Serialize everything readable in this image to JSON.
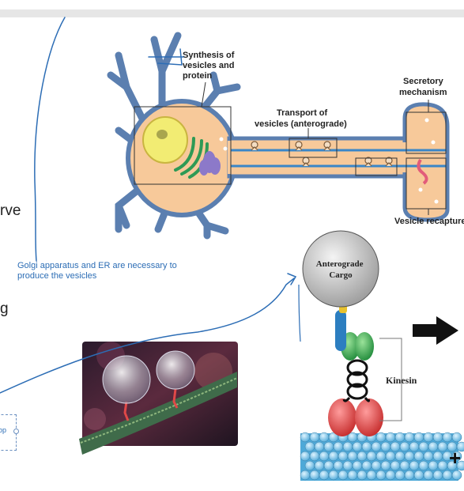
{
  "slide_text": {
    "fragment_nerve": "rve",
    "fragment_g": "g",
    "annotation_note": "Golgi apparatus and ER are necessary to produce the vesicles",
    "textbox_fragment": "op"
  },
  "neuron_diagram": {
    "label_synthesis": "Synthesis of vesicles and protein",
    "label_transport": "Transport of vesicles (anterograde)",
    "label_secretory": "Secretory mechanism",
    "label_recapture": "Vesicle recapture"
  },
  "kinesin_diagram": {
    "cargo_label": "Anterograde Cargo",
    "kinesin_label": "Kinesin",
    "plus_end": "+"
  },
  "colors": {
    "neuron_outline": "#5b7fb0",
    "cell_body": "#f7c99a",
    "nucleus": "#f2ec73",
    "golgi": "#2e9a55",
    "er": "#8c79c9",
    "microtubule": "#3a86c8",
    "annotation": "#2c6db5",
    "cargo": "#bdbdbd",
    "kinesin_head": "#e04848",
    "kinesin_neck": "#37a84a",
    "light_chain": "#2c7ec0",
    "microtubule_bead": "#74c3e4"
  }
}
